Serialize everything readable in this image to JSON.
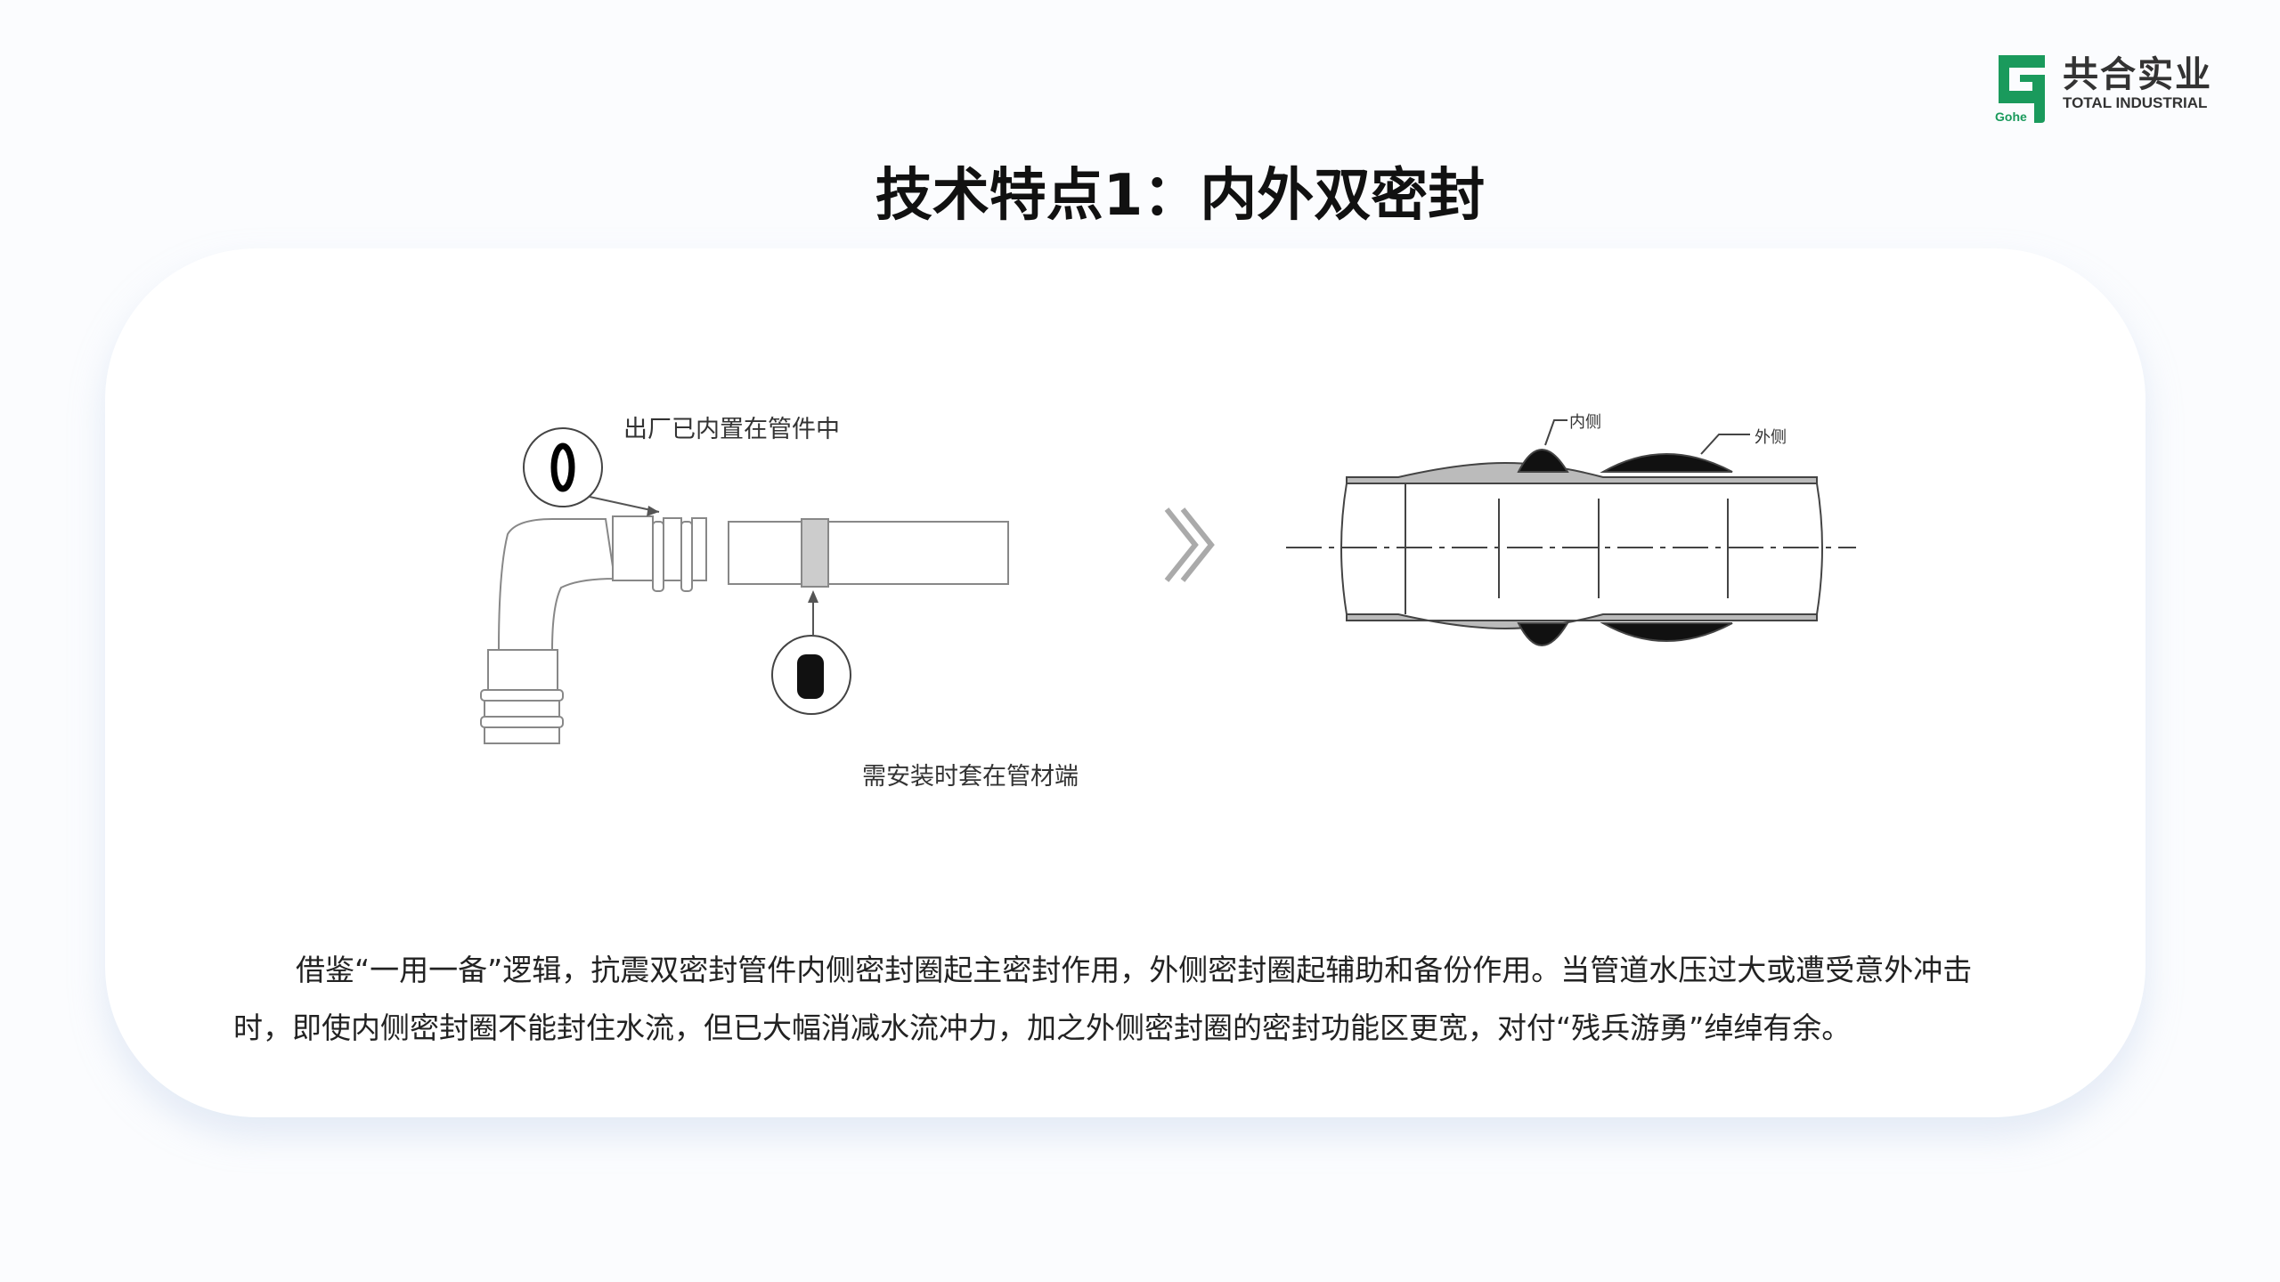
{
  "logo": {
    "brand_cn": "共合实业",
    "brand_en": "TOTAL INDUSTRIAL",
    "mark_text": "Gohe",
    "color": "#1a9a5c"
  },
  "title": "技术特点1：内外双密封",
  "diagram": {
    "label_factory": "出厂已内置在管件中",
    "label_install": "需安装时套在管材端",
    "label_inner": "内侧",
    "label_outer": "外侧"
  },
  "paragraph": "借鉴“一用一备”逻辑，抗震双密封管件内侧密封圈起主密封作用，外侧密封圈起辅助和备份作用。当管道水压过大或遭受意外冲击时，即使内侧密封圈不能封住水流，但已大幅消减水流冲力，加之外侧密封圈的密封功能区更宽，对付“残兵游勇”绰绰有余。"
}
